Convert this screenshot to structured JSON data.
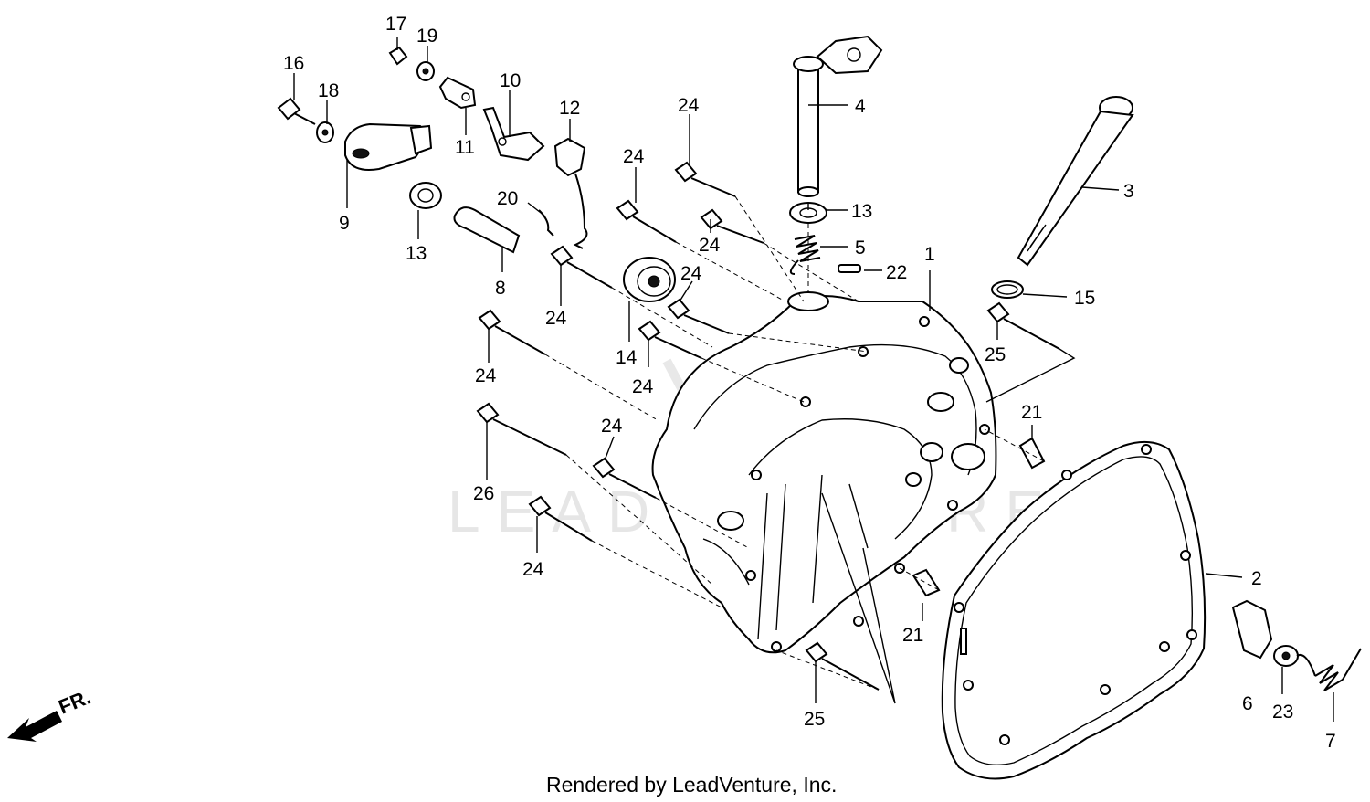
{
  "watermark": "LEADVENTURE",
  "direction_label": "FR.",
  "footer": "Rendered by LeadVenture, Inc.",
  "callouts": [
    "1",
    "2",
    "3",
    "4",
    "5",
    "6",
    "7",
    "8",
    "9",
    "10",
    "11",
    "12",
    "13",
    "13",
    "14",
    "15",
    "16",
    "17",
    "18",
    "19",
    "20",
    "21",
    "21",
    "22",
    "23",
    "24",
    "24",
    "24",
    "24",
    "24",
    "24",
    "24",
    "24",
    "24",
    "25",
    "25",
    "26"
  ]
}
